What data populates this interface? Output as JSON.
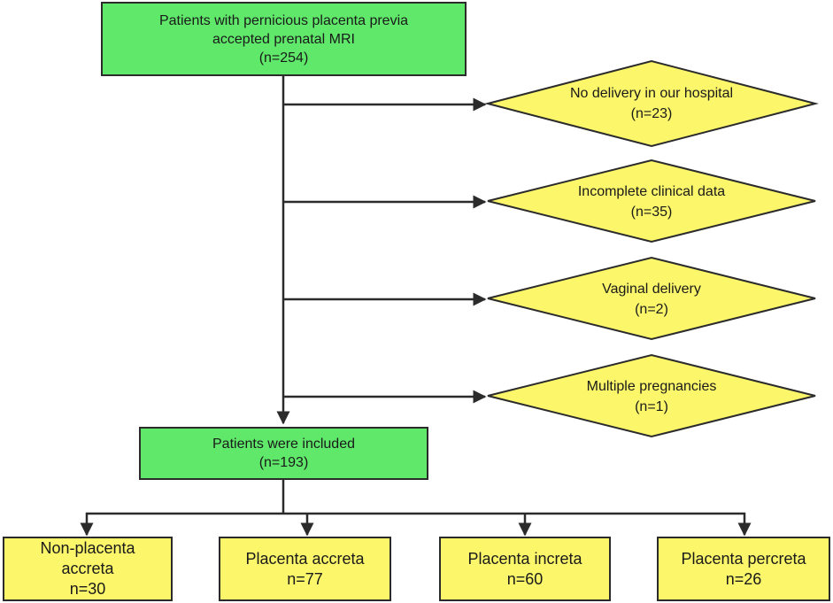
{
  "top_box": {
    "line1": "Patients with pernicious placenta previa",
    "line2": "accepted prenatal MRI",
    "line3": "(n=254)"
  },
  "exclusions": [
    {
      "label": "No delivery in our hospital",
      "count": "(n=23)"
    },
    {
      "label": "Incomplete clinical data",
      "count": "(n=35)"
    },
    {
      "label": "Vaginal delivery",
      "count": "(n=2)"
    },
    {
      "label": "Multiple pregnancies",
      "count": "(n=1)"
    }
  ],
  "included_box": {
    "line1": "Patients were included",
    "line2": "(n=193)"
  },
  "outcomes": [
    {
      "line1": "Non-placenta",
      "line2": "accreta",
      "line3": "n=30"
    },
    {
      "line1": "Placenta accreta",
      "line2": "n=77"
    },
    {
      "line1": "Placenta increta",
      "line2": "n=60"
    },
    {
      "line1": "Placenta percreta",
      "line2": "n=26"
    }
  ],
  "colors": {
    "green_box": "#5fe86a",
    "yellow_box": "#fbf66a",
    "line": "#2b2b2b"
  }
}
